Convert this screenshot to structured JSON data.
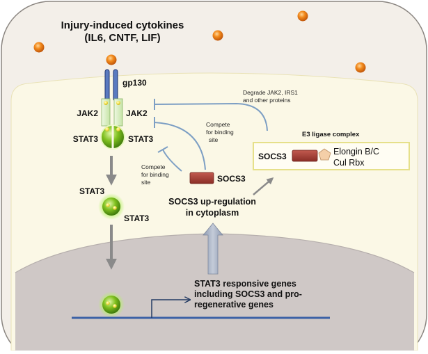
{
  "title": {
    "line1": "Injury-induced cytokines",
    "line2": "(IL6, CNTF, LIF)"
  },
  "receptor": "gp130",
  "jak": {
    "left": "JAK2",
    "right": "JAK2"
  },
  "stat_receptor": {
    "left": "STAT3",
    "right": "STAT3"
  },
  "stat_cytoplasm": {
    "top": "STAT3",
    "bottom": "STAT3"
  },
  "socs_free": "SOCS3",
  "socs_complex": "SOCS3",
  "compete_upper": {
    "line1": "Compete",
    "line2": "for binding",
    "line3": "site"
  },
  "compete_lower": {
    "line1": "Compete",
    "line2": "for binding",
    "line3": "site"
  },
  "degrade": {
    "line1": "Degrade JAK2, IRS1",
    "line2": "and other proteins"
  },
  "e3_title": "E3 ligase complex",
  "elongin": {
    "line1": "Elongin B/C",
    "line2": "Cul Rbx"
  },
  "socs_upregulation": {
    "line1": "SOCS3 up-regulation",
    "line2": "in cytoplasm"
  },
  "nucleus_genes": {
    "line1": "STAT3 responsive genes",
    "line2": "including SOCS3 and pro-",
    "line3": "regenerative genes"
  },
  "colors": {
    "cytoplasm": "#fbf8e6",
    "nucleus": "#cfc8c6",
    "extracellular": "#f3efe9",
    "inhibition_line": "#7d9fc4",
    "cytokine": "#f07f16",
    "jak_box": "#d9edc2",
    "stat_green": "#7fc01f",
    "socs_red": "#a13b32",
    "pentagon": "#f4cfa8",
    "gray_arrow": "#8a8a8a"
  }
}
